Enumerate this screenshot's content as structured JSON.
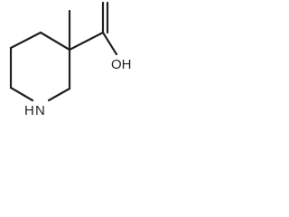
{
  "molecule": {
    "atom_labels": {
      "hydroxyl": "OH",
      "ring_nitrogen": "N",
      "ring_nitrogen_hydrogen": "H"
    }
  }
}
